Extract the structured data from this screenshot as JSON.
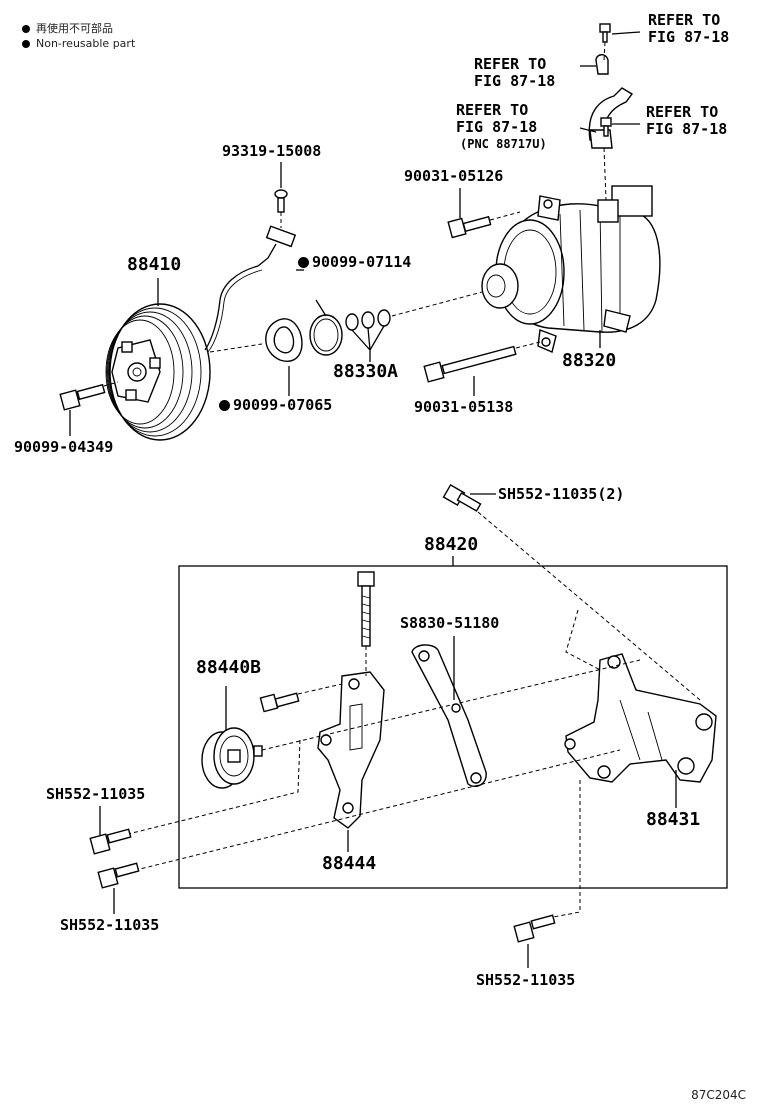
{
  "legend": [
    {
      "text": "再使用不可部品"
    },
    {
      "text": "Non-reusable part"
    }
  ],
  "labels": {
    "refer_top": [
      "REFER TO",
      "FIG 87-18"
    ],
    "refer_clip": [
      "REFER TO",
      "FIG 87-18"
    ],
    "refer_hose": [
      "REFER TO",
      "FIG 87-18",
      "(PNC 88717U)"
    ],
    "refer_right": [
      "REFER TO",
      "FIG 87-18"
    ],
    "p93319": "93319-15008",
    "p90031_05126": "90031-05126",
    "p88410": "88410",
    "p90099_07114": "90099-07114",
    "p88330A": "88330A",
    "p88320": "88320",
    "p90099_07065": "90099-07065",
    "p90031_05138": "90031-05138",
    "p90099_04349": "90099-04349",
    "sh_top": "SH552-11035(2)",
    "p88420": "88420",
    "s8830": "S8830-51180",
    "p88440B": "88440B",
    "sh_left1": "SH552-11035",
    "p88431": "88431",
    "p88444": "88444",
    "sh_left2": "SH552-11035",
    "sh_bottom": "SH552-11035"
  },
  "figure_code": "87C204C"
}
